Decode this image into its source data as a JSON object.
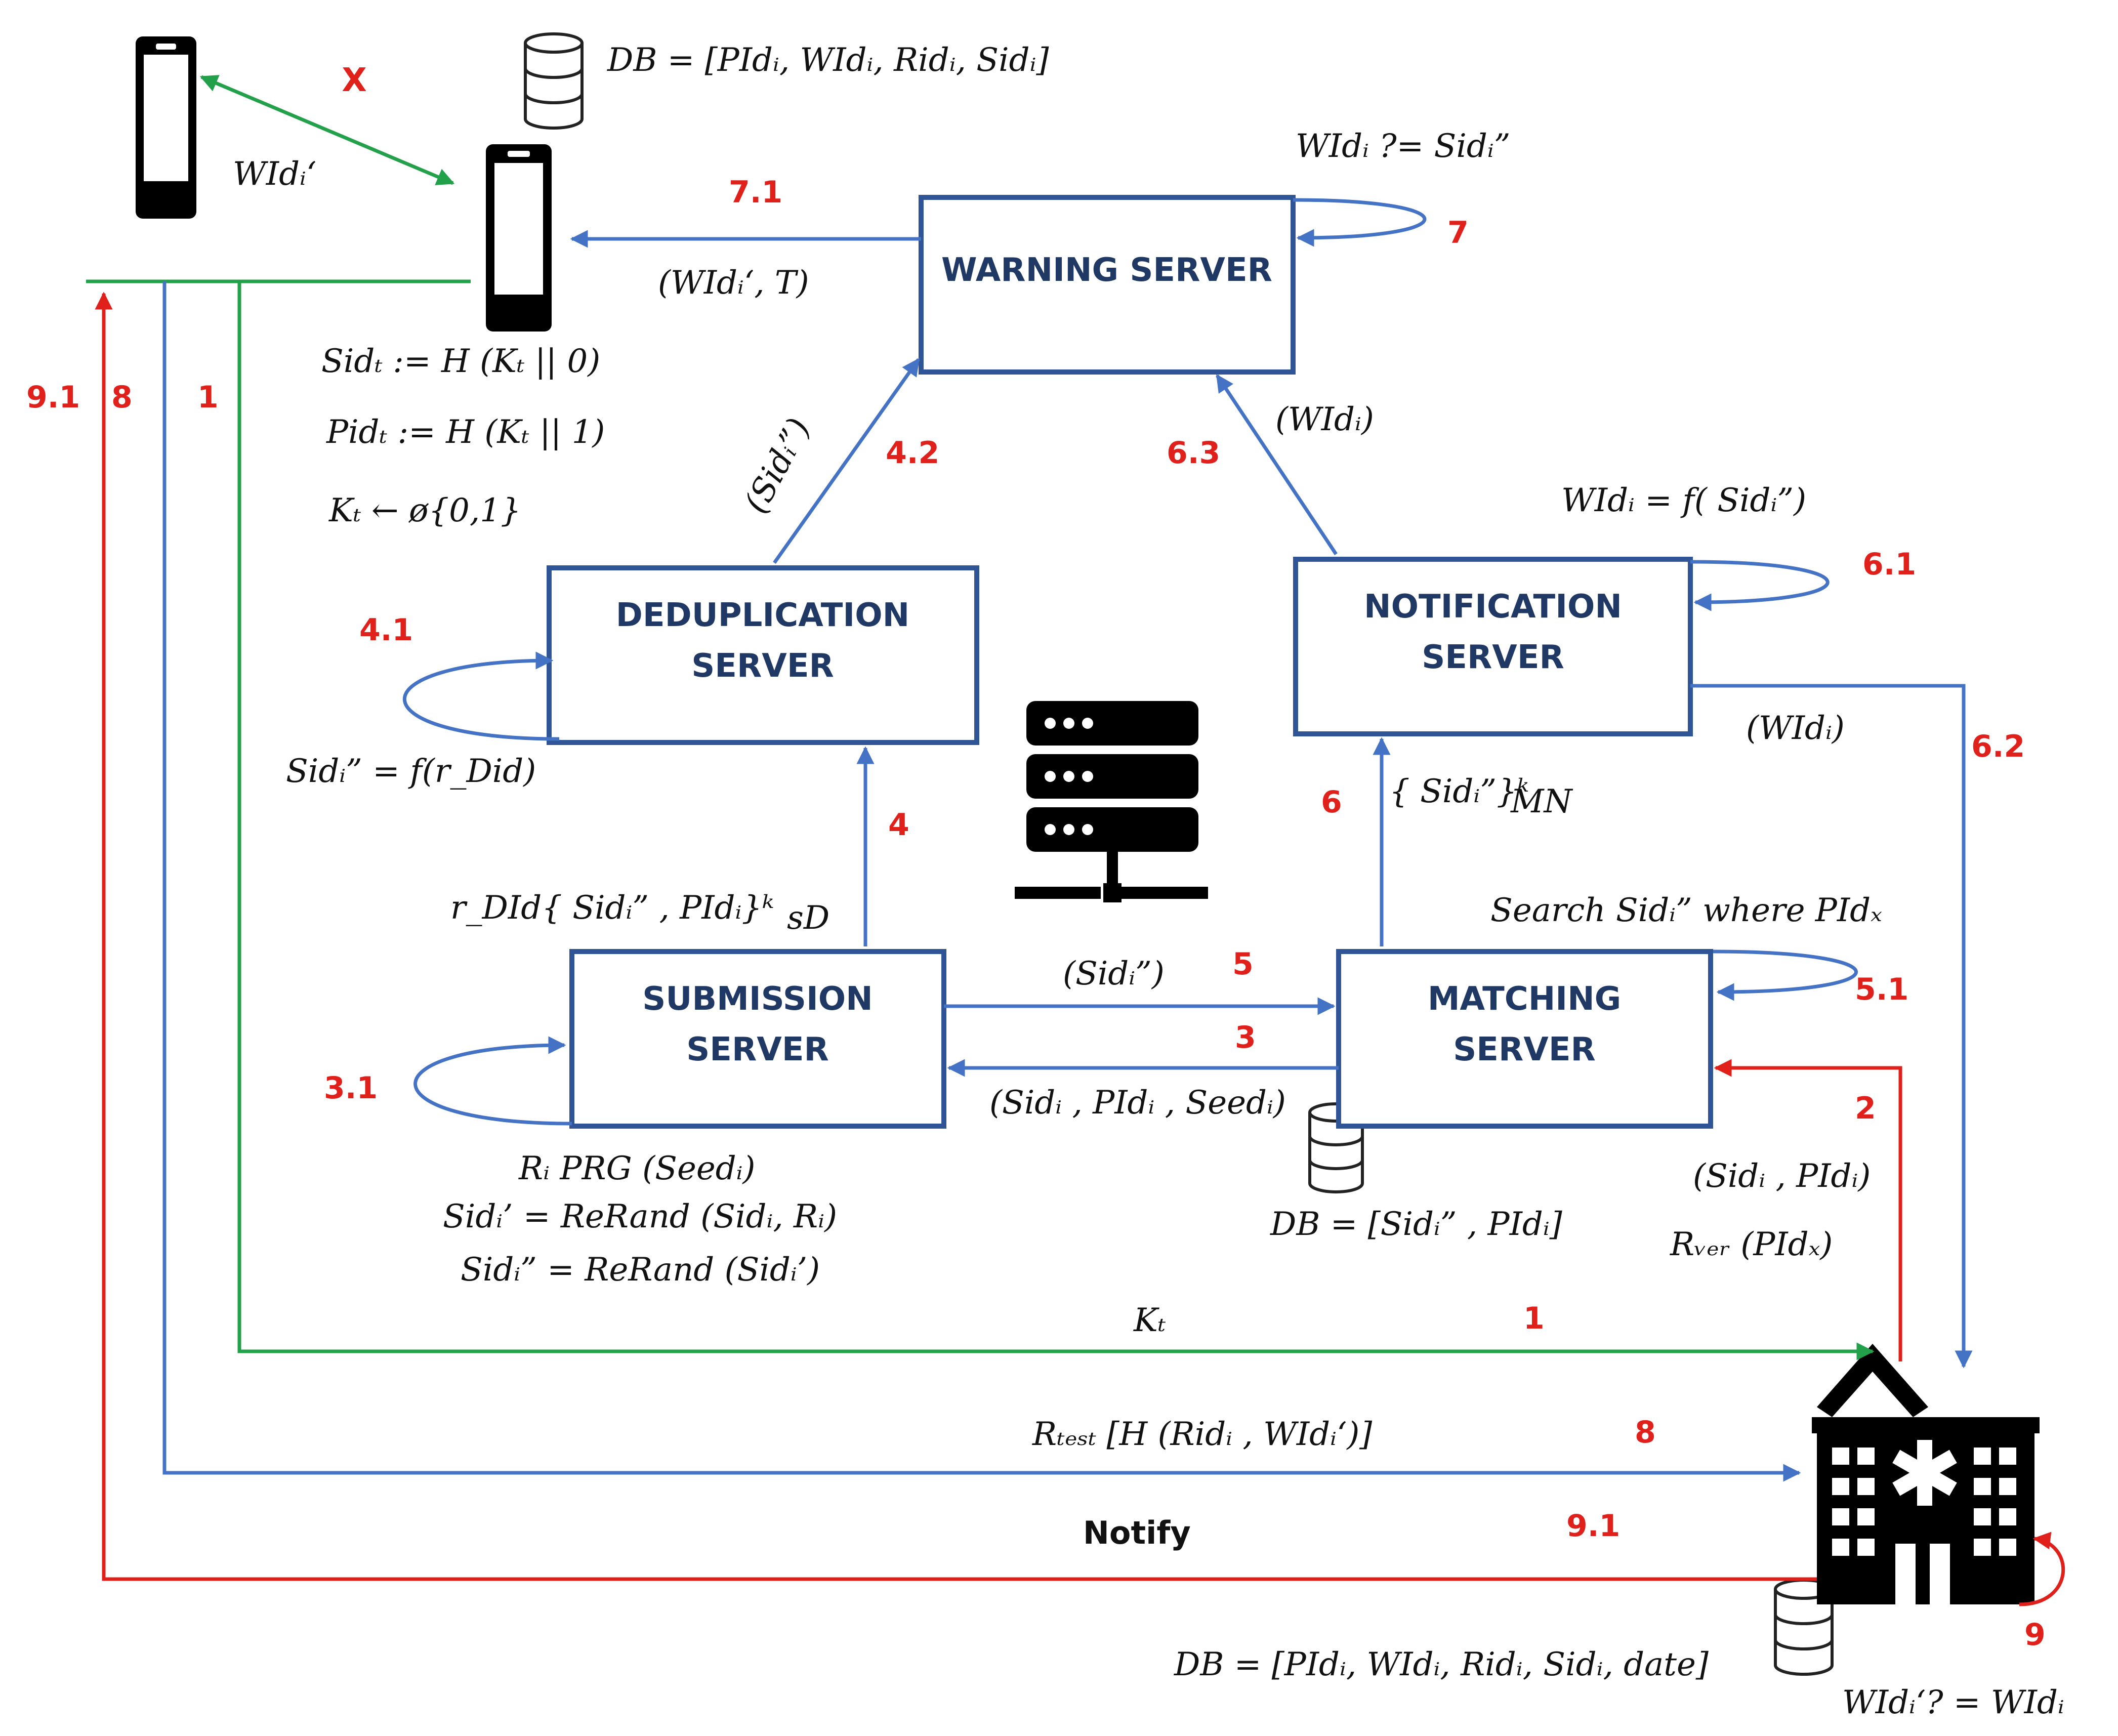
{
  "colors": {
    "box_border": "#2f5597",
    "box_text": "#1f3864",
    "arrow_blue": "#4472c4",
    "arrow_green": "#23a14a",
    "arrow_red": "#e0201b",
    "step_number": "#e0201b",
    "icon": "#000000"
  },
  "icons": [
    "phone-icon",
    "database-icon",
    "server-rack-icon",
    "hospital-icon"
  ],
  "boxes": {
    "warning": "WARNING SERVER",
    "deduplication_line1": "DEDUPLICATION",
    "deduplication_line2": "SERVER",
    "notification_line1": "NOTIFICATION",
    "notification_line2": "SERVER",
    "submission_line1": "SUBMISSION",
    "submission_line2": "SERVER",
    "matching_line1": "MATCHING",
    "matching_line2": "SERVER"
  },
  "labels": {
    "x_mark": "X",
    "wid_prime": "WIdᵢ‘",
    "db_user": "DB = [PIdᵢ, WIdᵢ, Ridᵢ, Sidᵢ]",
    "sid_t": "Sidₜ := H (Kₜ || 0)",
    "pid_t": "Pidₜ := H (Kₜ || 1)",
    "k_t_gen": "Kₜ ← ø{0,1}",
    "warning_check": "WIdᵢ ?= Sidᵢ”",
    "wid_t": "(WIdᵢ‘, T)",
    "sid_dprime_dedup": "(Sidᵢ”)",
    "wid_63": "(WIdᵢ)",
    "notif_fn": "WIdᵢ = f( Sidᵢ”)",
    "dedup_fn": "Sidᵢ” = f(r_Did)",
    "wid_62": "(WIdᵢ)",
    "mn_set": "{ Sidᵢ”}ᵏ",
    "mn_sub": "MN",
    "r_did": "r_DId{ Sidᵢ” , PIdᵢ}ᵏ",
    "r_did_sub": "sD",
    "search": "Search Sidᵢ” where PIdₓ",
    "sid_5": "(Sidᵢ”)",
    "triple_3": "(Sidᵢ , PIdᵢ , Seedᵢ)",
    "prg": "Rᵢ  PRG (Seedᵢ)",
    "rerand1": "Sidᵢ’ = ReRand (Sidᵢ, Rᵢ)",
    "rerand2": "Sidᵢ” = ReRand (Sidᵢ’)",
    "db_match": "DB = [Sidᵢ” , PIdᵢ]",
    "pair_2": "(Sidᵢ , PIdᵢ)",
    "r_ver": "Rᵥₑᵣ (PIdₓ)",
    "k_t": "Kₜ",
    "r_test": "Rₜₑₛₜ [H (Ridᵢ , WIdᵢ‘)]",
    "notify": "Notify",
    "db_hospital": "DB = [PIdᵢ, WIdᵢ, Ridᵢ, Sidᵢ, date]",
    "hospital_check": "WIdᵢ‘? = WIdᵢ"
  },
  "steps": {
    "s1_left": "1",
    "s1_bottom": "1",
    "s2": "2",
    "s3": "3",
    "s3_1": "3.1",
    "s4": "4",
    "s4_1": "4.1",
    "s4_2": "4.2",
    "s5": "5",
    "s5_1": "5.1",
    "s6": "6",
    "s6_1": "6.1",
    "s6_2": "6.2",
    "s6_3": "6.3",
    "s7": "7",
    "s7_1": "7.1",
    "s8_left": "8",
    "s8_bottom": "8",
    "s9": "9",
    "s9_1_left": "9.1",
    "s9_1_bottom": "9.1"
  }
}
